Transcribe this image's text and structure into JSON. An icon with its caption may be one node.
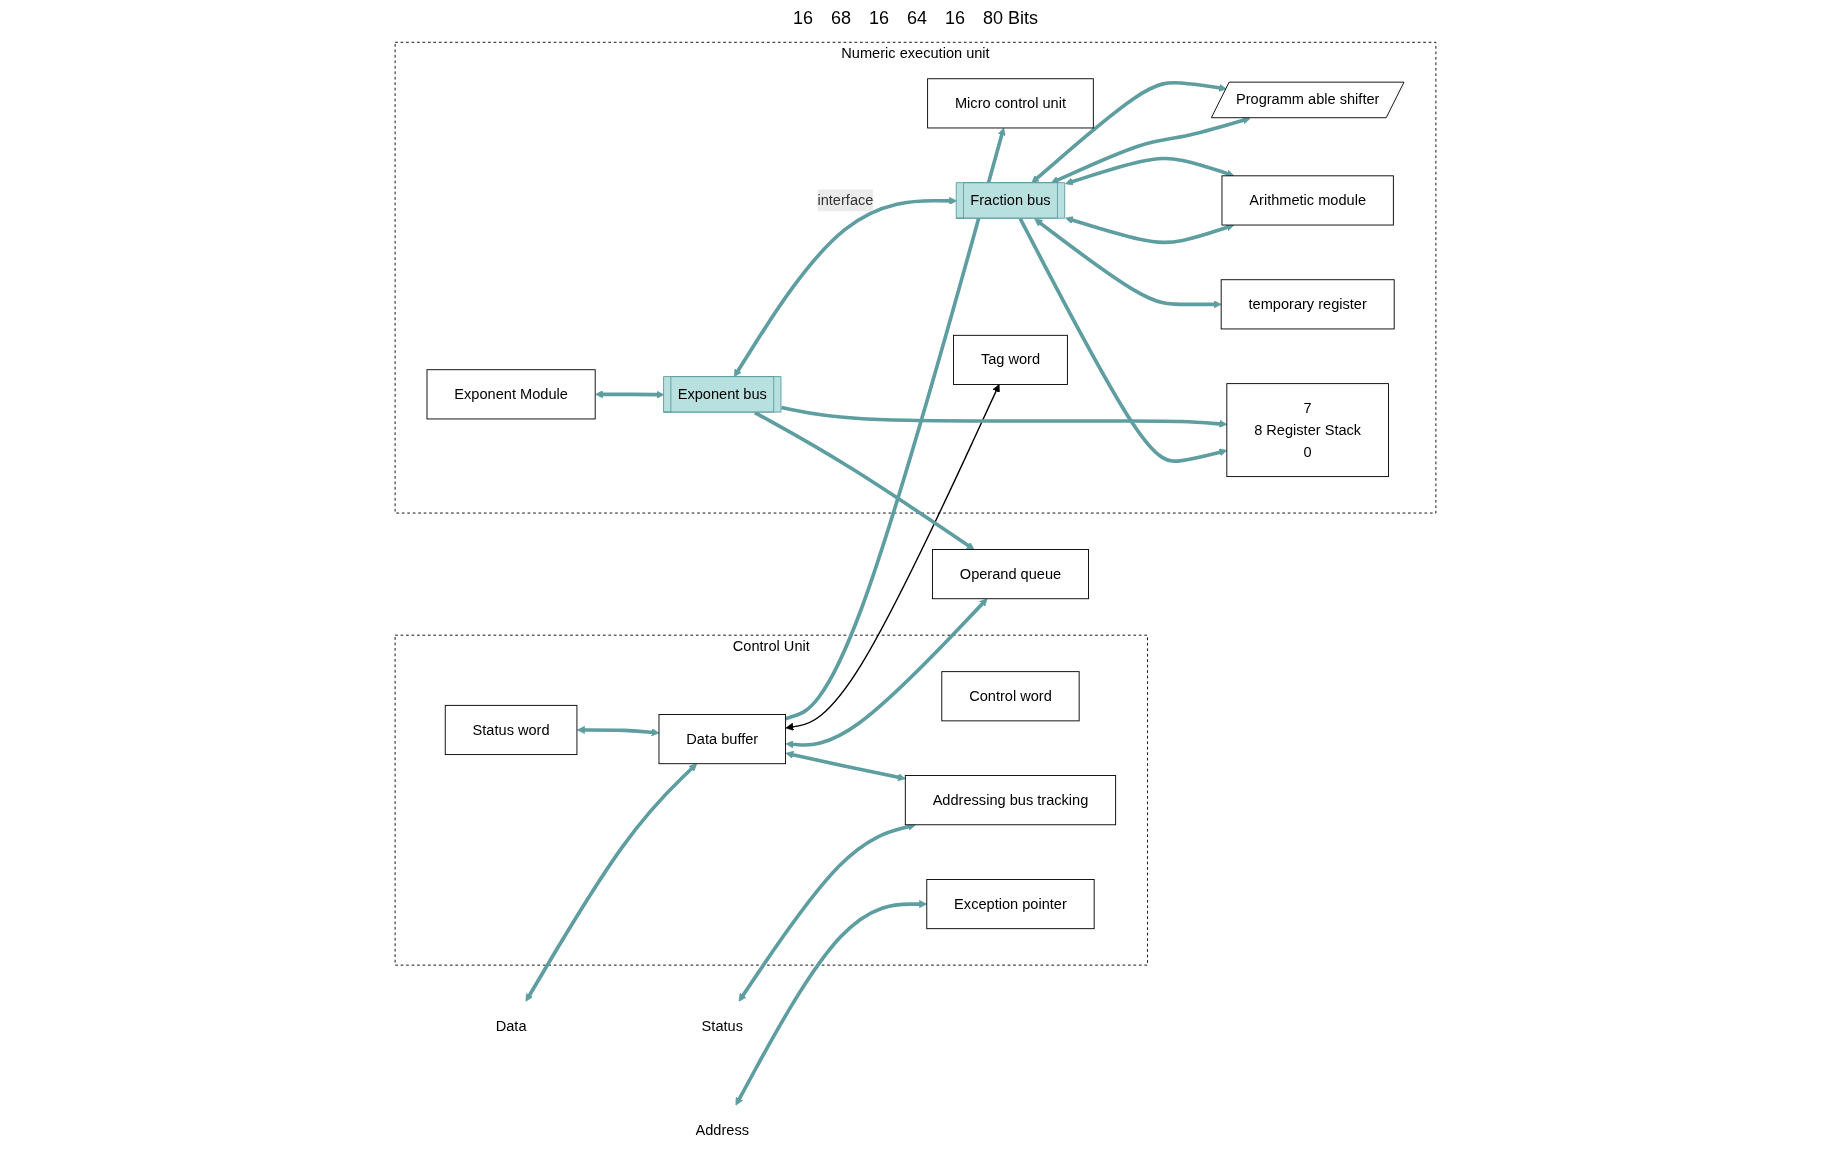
{
  "diagram": {
    "nodes": [
      {
        "text": [
          "Control Unit"
        ]
      },
      {
        "text": [
          "Numeric execution unit"
        ]
      },
      {
        "text": [
          "Control word"
        ],
        "in": 0
      },
      {
        "text": [
          "Status word"
        ],
        "in": 0
      },
      {
        "text": [
          "Data buffer"
        ],
        "in": 0
      },
      {
        "text": [
          "Addressing bus tracking"
        ],
        "in": 0
      },
      {
        "text": [
          "Exception pointer"
        ],
        "in": 0
      },
      {
        "text": [
          "Exponent Module"
        ],
        "in": 1
      },
      {
        "text": [
          "Micro control unit"
        ],
        "in": 1
      },
      {
        "text": [
          "Operand queue"
        ]
      },
      {
        "text": [
          "Tag word"
        ],
        "in": 1
      },
      {
        "text": [
          "Exponent bus"
        ],
        "in": 1
      },
      {
        "text": [
          "Fraction bus"
        ],
        "in": 1
      },
      {
        "text": [
          "Programm able shifter"
        ],
        "in": 1
      },
      {
        "text": [
          "Arithmetic module"
        ],
        "in": 1
      },
      {
        "text": [
          "temporary register"
        ],
        "in": 1
      },
      {
        "text": [
          "7",
          "8 Register Stack",
          "0"
        ],
        "in": 1
      },
      {
        "text": [
          "Data"
        ]
      },
      {
        "text": [
          "Status"
        ]
      },
      {
        "text": [
          "Address"
        ]
      }
    ],
    "edges": [
      {
        "from": 3,
        "to": 4,
        "arrow": "both"
      },
      {
        "from": 17,
        "to": 4,
        "arrow": "both"
      },
      {
        "from": 4,
        "to": 8,
        "arrow": "to"
      },
      {
        "from": 4,
        "to": 9,
        "arrow": "both"
      },
      {
        "from": 4,
        "to": 5,
        "arrow": "both"
      },
      {
        "from": 4,
        "to": 10,
        "arrow": "both",
        "color": "#000000"
      },
      {
        "from": 18,
        "to": 5,
        "arrow": "both"
      },
      {
        "from": 19,
        "to": 6,
        "arrow": "both"
      },
      {
        "from": 7,
        "to": 11,
        "arrow": "both"
      },
      {
        "from": 11,
        "to": 12,
        "arrow": "both",
        "label": "interface"
      },
      {
        "from": 12,
        "to": 13,
        "arrow": "both"
      },
      {
        "from": 12,
        "to": 13,
        "arrow": "both"
      },
      {
        "from": 12,
        "to": 14,
        "arrow": "both"
      },
      {
        "from": 12,
        "to": 14,
        "arrow": "both"
      },
      {
        "from": 12,
        "to": 15,
        "arrow": "both"
      },
      {
        "from": 11,
        "to": 9,
        "arrow": "to"
      },
      {
        "from": 11,
        "to": 16,
        "arrow": "to"
      },
      {
        "from": 12,
        "to": 16,
        "arrow": "to"
      }
    ],
    "labels": [
      "16",
      "68",
      "16",
      "64",
      "16",
      "80 Bits"
    ]
  }
}
